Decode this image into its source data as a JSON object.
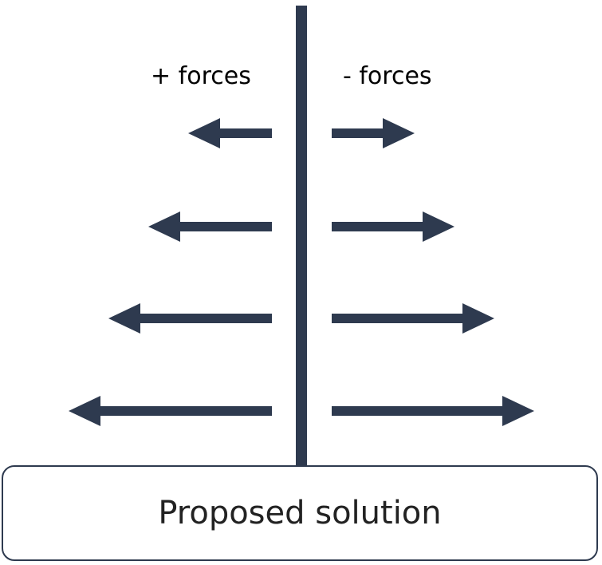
{
  "labels": {
    "positive": "+ forces",
    "negative": "- forces"
  },
  "solution": {
    "label": "Proposed solution"
  },
  "colors": {
    "arrow": "#2e3a4f",
    "border": "#2e3a4f"
  }
}
